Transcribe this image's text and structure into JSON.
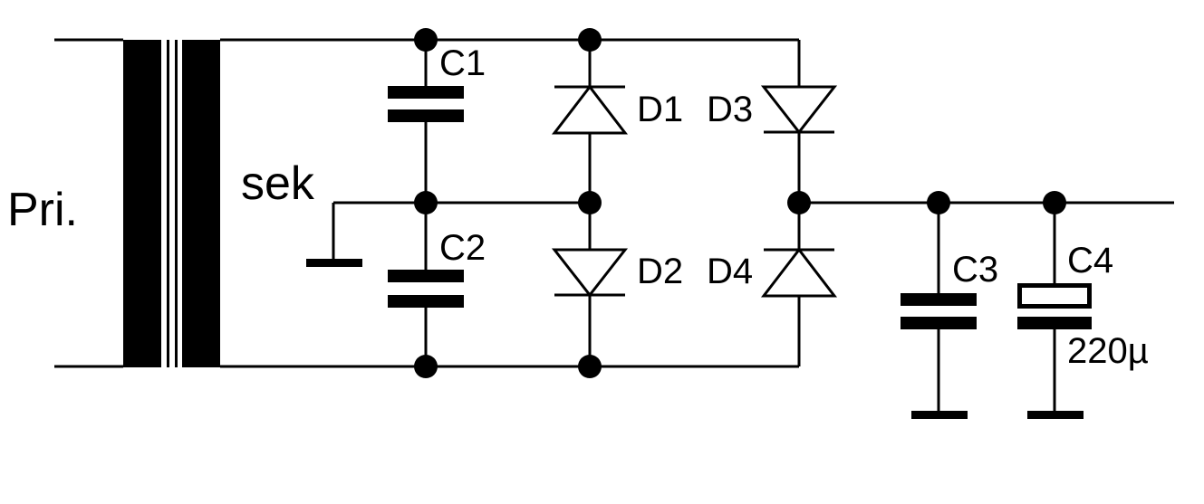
{
  "labels": {
    "primary": "Pri.",
    "secondary": "sek",
    "c1": "C1",
    "c2": "C2",
    "c3": "C3",
    "c4": "C4",
    "c4_value": "220µ",
    "d1": "D1",
    "d2": "D2",
    "d3": "D3",
    "d4": "D4"
  },
  "colors": {
    "ink": "#000000",
    "background": "#ffffff"
  }
}
